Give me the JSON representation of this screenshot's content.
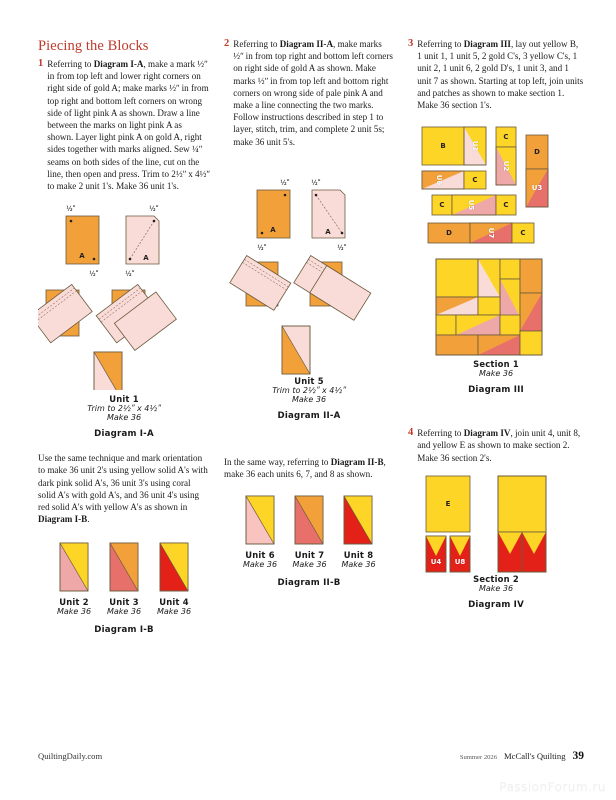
{
  "header": {
    "title": "Piecing the Blocks"
  },
  "colors": {
    "accent_red": "#c0392b",
    "gold": "#F2A13A",
    "yellow": "#FCD526",
    "pale_pink": "#F9DCD8",
    "dark_pink": "#EFA8A8",
    "coral": "#E8706B",
    "red": "#E32119",
    "outline": "#6b5a3e"
  },
  "steps": [
    {
      "num": "1",
      "text_html": "Referring to <b>Diagram I-A</b>, make a mark ½ʺ in from top left and lower right corners on right side of gold A; make marks ½ʺ in from top right and bottom left corners on wrong side of light pink A as shown. Draw a line between the marks on light pink A as shown. Layer light pink A on gold A, right sides together with marks aligned. Sew ¼ʺ seams on both sides of the line, cut on the line, then open and press. Trim to 2½ʺ x 4½ʺ to make 2 unit 1's. Make 36 unit 1's."
    },
    {
      "num": "2",
      "text_html": "Referring to <b>Diagram II-A</b>, make marks ½ʺ in from top right and bottom left corners on right side of gold A as shown. Make marks ½ʺ in from top left and bottom right corners on wrong side of pale pink A and make a line connecting the two marks. Follow instructions described in step 1 to layer, stitch, trim, and complete 2 unit 5s; make 36 unit 5's."
    },
    {
      "num": "3",
      "text_html": "Referring to <b>Diagram III</b>, lay out yellow B, 1 unit 1, 1 unit 5, 2 gold C's, 3 yellow C's, 1 unit 2, 1 unit 6, 2 gold D's, 1 unit 3, and 1 unit 7 as shown. Starting at top left, join units and patches as shown to make section 1. Make 36 section 1's."
    },
    {
      "num": "4",
      "text_html": "Referring to <b>Diagram IV</b>, join unit 4, unit 8, and yellow E as shown to make section 2. Make 36 section 2's."
    }
  ],
  "col1": {
    "diagram_IA": {
      "marks": [
        "½ʺ",
        "½ʺ",
        "½ʺ",
        "½ʺ"
      ],
      "patch_label": "A",
      "unit_name": "Unit 1",
      "trim": "Trim to 2½ʺ x 4½ʺ",
      "make": "Make 36",
      "diagram_name": "Diagram I-A"
    },
    "note_text_html": "Use the same technique and mark orientation to make 36 unit 2's using yellow solid A's with dark pink solid A's, 36 unit 3's using coral solid A's with gold A's, and 36 unit 4's using red solid A's with yellow A's as shown in <b>Diagram I-B</b>.",
    "diagram_IB": {
      "units": [
        {
          "name": "Unit 2",
          "make": "Make 36",
          "top": "#FCD526",
          "bottom": "#EFA8A8"
        },
        {
          "name": "Unit 3",
          "make": "Make 36",
          "top": "#F2A13A",
          "bottom": "#E8706B"
        },
        {
          "name": "Unit 4",
          "make": "Make 36",
          "top": "#FCD526",
          "bottom": "#E32119"
        }
      ],
      "diagram_name": "Diagram I-B"
    }
  },
  "col2": {
    "diagram_IIA": {
      "marks": [
        "½ʺ",
        "½ʺ",
        "½ʺ",
        "½ʺ"
      ],
      "patch_label": "A",
      "unit_name": "Unit 5",
      "trim": "Trim to 2½ʺ x 4½ʺ",
      "make": "Make 36",
      "diagram_name": "Diagram II-A"
    },
    "note_text_html": "In the same way, referring to <b>Diagram II-B</b>, make 36 each units 6, 7, and 8 as shown.",
    "diagram_IIB": {
      "units": [
        {
          "name": "Unit 6",
          "make": "Make 36",
          "top": "#FCD526",
          "bottom": "#F9C3C0"
        },
        {
          "name": "Unit 7",
          "make": "Make 36",
          "top": "#F2A13A",
          "bottom": "#E8706B"
        },
        {
          "name": "Unit 8",
          "make": "Make 36",
          "top": "#FCD526",
          "bottom": "#E32119"
        }
      ],
      "diagram_name": "Diagram II-B"
    }
  },
  "col3": {
    "diagram_III": {
      "patch_labels": [
        "B",
        "U1",
        "C",
        "U2",
        "D",
        "U6",
        "C",
        "C",
        "U5",
        "C",
        "U3",
        "D",
        "U7",
        "C"
      ],
      "section_name": "Section 1",
      "make": "Make 36",
      "diagram_name": "Diagram III"
    },
    "diagram_IV": {
      "patch_labels": [
        "E",
        "U4",
        "U8"
      ],
      "section_name": "Section 2",
      "make": "Make 36",
      "diagram_name": "Diagram IV"
    }
  },
  "footer": {
    "site": "QuiltingDaily.com",
    "issue": "Summer 2026",
    "magazine": "McCall's Quilting",
    "page": "39"
  },
  "watermark": {
    "text": "PassionForum.ru"
  }
}
